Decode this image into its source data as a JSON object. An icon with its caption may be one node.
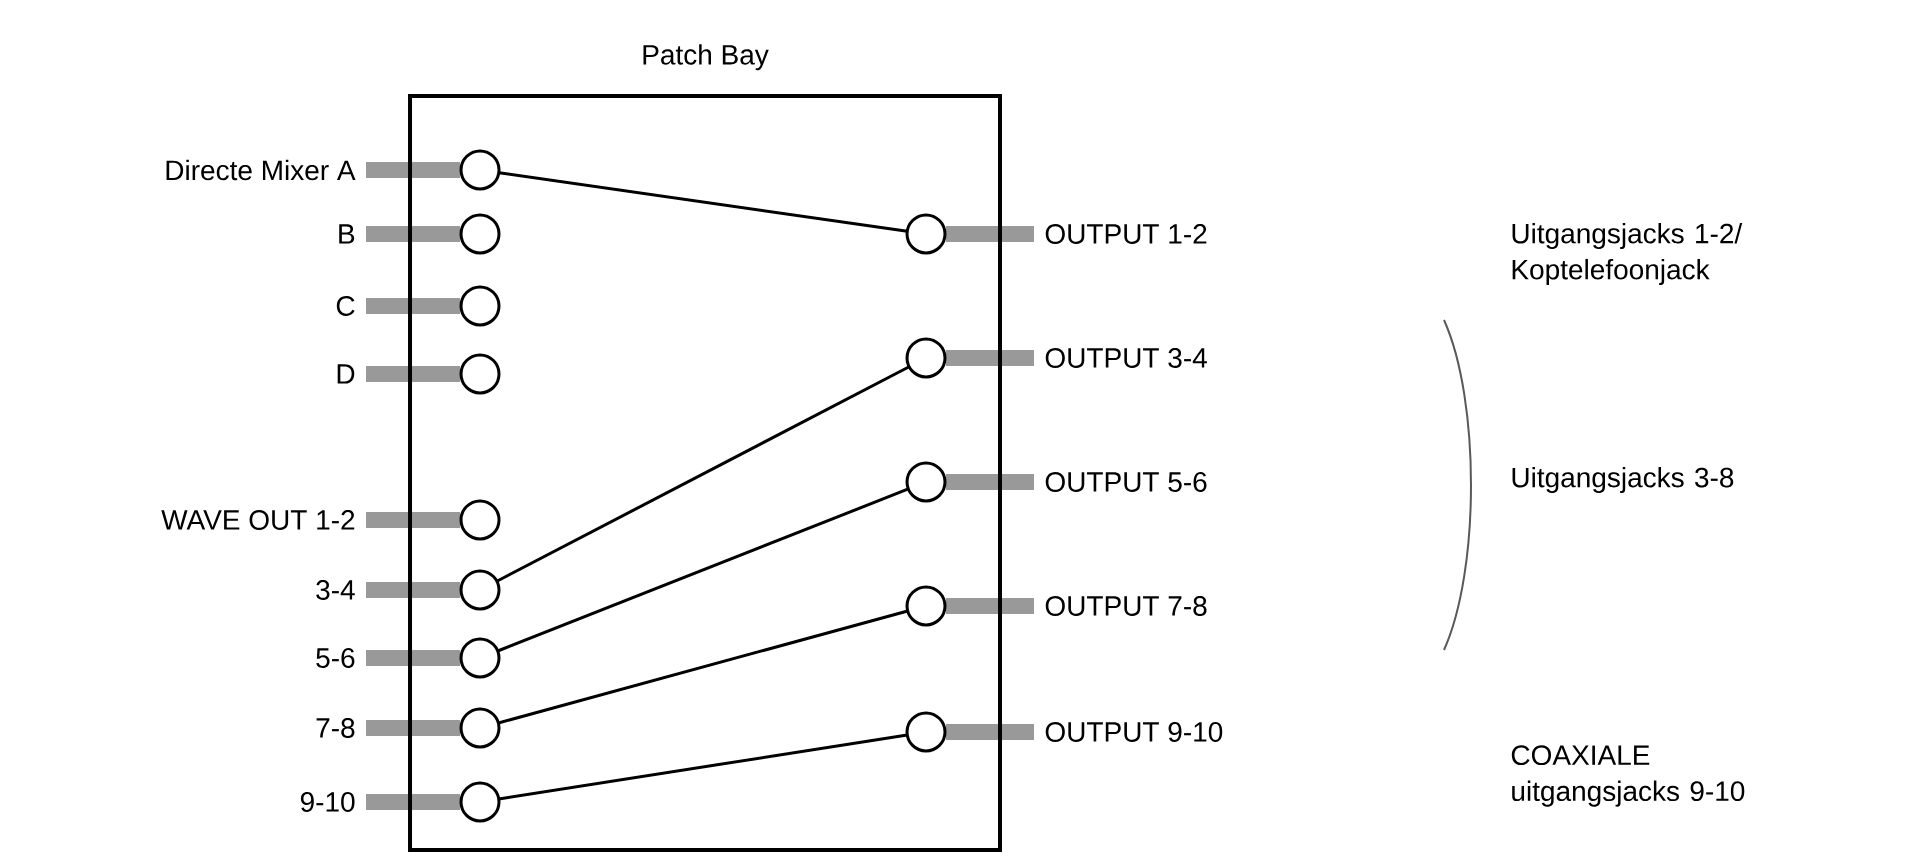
{
  "diagram": {
    "nodes": [
      {
        "text": [
          "Patch Bay"
        ]
      },
      {
        "text": [],
        "shape": "circle",
        "in": 0,
        "beside": [
          "Directe Mixer A"
        ]
      },
      {
        "text": [],
        "shape": "circle",
        "in": 0,
        "beside": [
          "B"
        ]
      },
      {
        "text": [],
        "shape": "circle",
        "in": 0,
        "beside": [
          "C"
        ]
      },
      {
        "text": [],
        "shape": "circle",
        "in": 0,
        "beside": [
          "D"
        ]
      },
      {
        "text": [],
        "shape": "circle",
        "in": 0,
        "beside": [
          "WAVE OUT 1-2"
        ]
      },
      {
        "text": [],
        "shape": "circle",
        "in": 0,
        "beside": [
          "3-4"
        ]
      },
      {
        "text": [],
        "shape": "circle",
        "in": 0,
        "beside": [
          "5-6"
        ]
      },
      {
        "text": [],
        "shape": "circle",
        "in": 0,
        "beside": [
          "7-8"
        ]
      },
      {
        "text": [],
        "shape": "circle",
        "in": 0,
        "beside": [
          "9-10"
        ]
      },
      {
        "text": [],
        "shape": "circle",
        "in": 0,
        "beside": [
          "OUTPUT 1-2"
        ]
      },
      {
        "text": [],
        "shape": "circle",
        "in": 0,
        "beside": [
          "OUTPUT 3-4"
        ]
      },
      {
        "text": [],
        "shape": "circle",
        "in": 0,
        "beside": [
          "OUTPUT 5-6"
        ]
      },
      {
        "text": [],
        "shape": "circle",
        "in": 0,
        "beside": [
          "OUTPUT 7-8"
        ]
      },
      {
        "text": [],
        "shape": "circle",
        "in": 0,
        "beside": [
          "OUTPUT 9-10"
        ]
      }
    ],
    "edges": [
      {
        "from": 1,
        "to": 10,
        "arrow": "none"
      },
      {
        "from": 6,
        "to": 11,
        "arrow": "none"
      },
      {
        "from": 7,
        "to": 12,
        "arrow": "none"
      },
      {
        "from": 8,
        "to": 13,
        "arrow": "none"
      },
      {
        "from": 9,
        "to": 14,
        "arrow": "none"
      }
    ],
    "labels": [
      "Uitgangsjacks 1-2/ Koptelefoonjack",
      "Uitgangsjacks 3-8",
      "COAXIALE uitgangsjacks 9-10"
    ]
  }
}
